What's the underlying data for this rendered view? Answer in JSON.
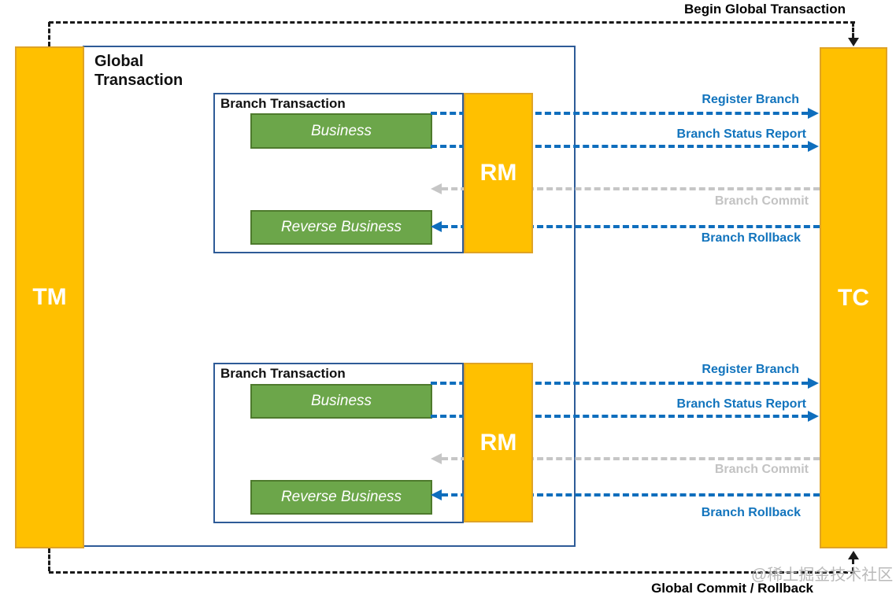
{
  "diagram": {
    "tm_label": "TM",
    "tc_label": "TC",
    "global_transaction_label": "Global Transaction",
    "begin_label": "Begin Global Transaction",
    "commit_rollback_label": "Global Commit / Rollback",
    "watermark": "@稀土掘金技术社区",
    "branches": [
      {
        "title": "Branch Transaction",
        "rm_label": "RM",
        "business_label": "Business",
        "reverse_business_label": "Reverse Business",
        "messages": [
          {
            "label": "Register Branch",
            "direction": "rm-to-tc",
            "status": "active"
          },
          {
            "label": "Branch Status Report",
            "direction": "rm-to-tc",
            "status": "active"
          },
          {
            "label": "Branch Commit",
            "direction": "tc-to-rm",
            "status": "inactive"
          },
          {
            "label": "Branch Rollback",
            "direction": "tc-to-rm",
            "status": "active"
          }
        ]
      },
      {
        "title": "Branch Transaction",
        "rm_label": "RM",
        "business_label": "Business",
        "reverse_business_label": "Reverse Business",
        "messages": [
          {
            "label": "Register Branch",
            "direction": "rm-to-tc",
            "status": "active"
          },
          {
            "label": "Branch Status Report",
            "direction": "rm-to-tc",
            "status": "active"
          },
          {
            "label": "Branch Commit",
            "direction": "tc-to-rm",
            "status": "inactive"
          },
          {
            "label": "Branch Rollback",
            "direction": "tc-to-rm",
            "status": "active"
          }
        ]
      }
    ],
    "colors": {
      "node_fill": "#FFC000",
      "node_border": "#DFA326",
      "green_fill": "#6CA64A",
      "green_border": "#4E7A2D",
      "box_border": "#2E5B97",
      "arrow_blue": "#0F6EBD",
      "label_blue": "#1274BD",
      "arrow_gray": "#C6C6C6",
      "arrow_black": "#1A1A1A"
    }
  }
}
